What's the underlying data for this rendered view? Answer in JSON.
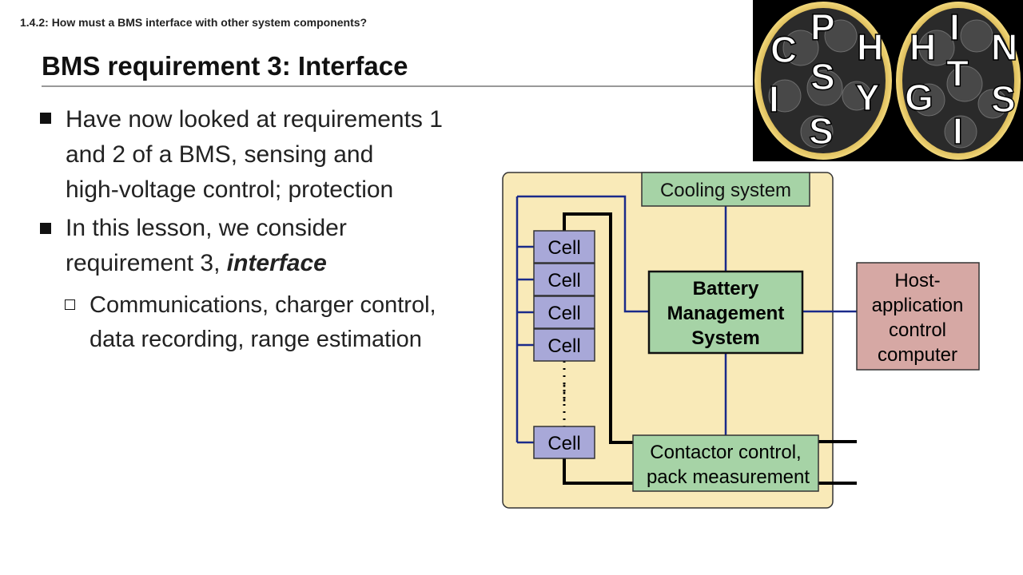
{
  "breadcrumb": "1.4.2: How must a BMS interface with other system components?",
  "title": "BMS requirement 3: Interface",
  "bullets": [
    {
      "lines": [
        "Have now looked at requirements 1",
        "and 2 of a BMS, sensing and",
        "high-voltage control; protection"
      ]
    },
    {
      "line1": "In this lesson, we consider",
      "line2_prefix": "requirement 3, ",
      "line2_emph": "interface"
    }
  ],
  "sub_bullet": {
    "lines": [
      "Communications, charger control,",
      "data recording, range estimation"
    ]
  },
  "logo": {
    "left_letters": [
      "C",
      "P",
      "H",
      "S",
      "Y",
      "I",
      "S"
    ],
    "right_letters": [
      "H",
      "I",
      "N",
      "T",
      "G",
      "S",
      "I"
    ]
  },
  "diagram": {
    "cooling": "Cooling system",
    "bms": [
      "Battery",
      "Management",
      "System"
    ],
    "host": [
      "Host-",
      "application",
      "control",
      "computer"
    ],
    "contactor": [
      "Contactor control,",
      "pack measurement"
    ],
    "cells": [
      "Cell",
      "Cell",
      "Cell",
      "Cell",
      "Cell"
    ],
    "ellipsis": "⋮",
    "colors": {
      "pack_bg": "#f9eab8",
      "green": "#a6d3a6",
      "cell": "#a8a8d8",
      "host": "#d6a8a4",
      "wire_blue": "#1a2a8a",
      "wire_black": "#000000"
    }
  }
}
